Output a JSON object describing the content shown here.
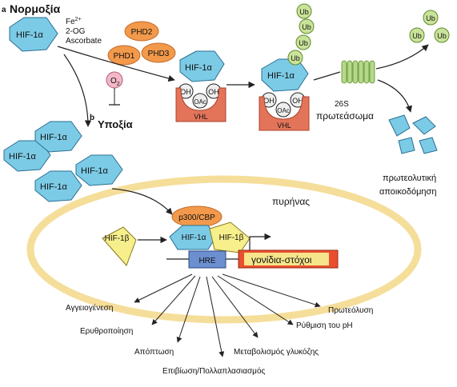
{
  "panel_a": {
    "letter": "a",
    "title": "Νορμοξία"
  },
  "panel_b": {
    "letter": "b",
    "title": "Υποξία"
  },
  "cofactors": {
    "fe": "Fe",
    "fe_sup": "2+",
    "og": "2-OG",
    "ascorbate": "Ascorbate"
  },
  "phd": {
    "phd1": "PHD1",
    "phd2": "PHD2",
    "phd3": "PHD3"
  },
  "oxygen": {
    "o": "O",
    "sub": "2"
  },
  "proteins": {
    "hif1a": "HIF-1α",
    "hif1b": "HIF-1β",
    "vhl": "VHL",
    "oh": "OH",
    "oac": "OAc",
    "ub": "Ub",
    "p300": "p300/CBP",
    "hre": "HRE"
  },
  "proteasome": {
    "name": "26S",
    "label": "πρωτεάσωμα"
  },
  "degradation": {
    "line1": "πρωτεολυτική",
    "line2": "αποικοδόμηση"
  },
  "nucleus": {
    "label": "πυρήνας"
  },
  "target_genes": {
    "label": "γονίδια-στόχοι"
  },
  "outcomes": {
    "angiogenesis": "Αγγειογένεση",
    "erythropoiesis": "Ερυθροποίηση",
    "apoptosis": "Απόπτωση",
    "survival": "Επιβίωση/Πολλαπλασιασμός",
    "glucose": "Μεταβολισμός γλυκόζης",
    "ph": "Ρύθμιση του pH",
    "proteolysis": "Πρωτεόλυση"
  },
  "colors": {
    "hif_fill": "#7ccbe6",
    "hif_stroke": "#2a6f93",
    "ub_fill": "#c9e39a",
    "phd_fill": "#f2994b",
    "vhl_fill": "#e3745a",
    "nucleus_ring": "#f5de9a",
    "hre_fill": "#6b8fcf",
    "gene_fill": "#e94f2f",
    "proteasome_fill": "#b4d98a"
  }
}
